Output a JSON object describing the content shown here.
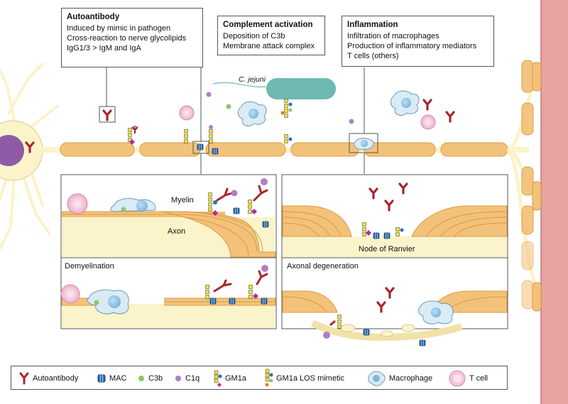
{
  "boxes": {
    "autoantibody": {
      "title": "Autoantibody",
      "lines": [
        "Induced by mimic in pathogen",
        "Cross-reaction to nerve glycolipids",
        "IgG1/3 > IgM and IgA"
      ]
    },
    "complement": {
      "title": "Complement activation",
      "lines": [
        "Deposition of C3b",
        "Membrane attack complex"
      ]
    },
    "inflammation": {
      "title": "Inflammation",
      "lines": [
        "Infiltration of macrophages",
        "Production of inflammatory mediators",
        "T cells (others)"
      ]
    }
  },
  "labels": {
    "pathogen": "C. jejuni",
    "myelin": "Myelin",
    "axon": "Axon",
    "node": "Node of Ranvier",
    "demyelination": "Demyelination",
    "axonal_degeneration": "Axonal degeneration"
  },
  "legend": {
    "items": [
      {
        "label": "Autoantibody",
        "icon": "antibody-icon"
      },
      {
        "label": "MAC",
        "icon": "mac-icon"
      },
      {
        "label": "C3b",
        "icon": "c3b-icon"
      },
      {
        "label": "C1q",
        "icon": "c1q-icon"
      },
      {
        "label": "GM1a",
        "icon": "gm1a-icon"
      },
      {
        "label": "GM1a LOS mimetic",
        "icon": "gm1a-los-icon"
      },
      {
        "label": "Macrophage",
        "icon": "macrophage-icon"
      },
      {
        "label": "T cell",
        "icon": "t-cell-icon"
      }
    ]
  },
  "colors": {
    "myelin": "#f3c27a",
    "myelin_dark": "#d99a45",
    "axon": "#fbf3c9",
    "neuron_body": "#8e5aa6",
    "muscle": "#e8a3a3",
    "antibody": "#a8262e",
    "mac": "#2f6fb0",
    "c3b": "#8cc66d",
    "c1q": "#b07ec9",
    "gm1a": "#f2e13b",
    "bacterium": "#6fb9b3",
    "macrophage": "#d9ecf6",
    "t_cell": "#f4c4d8"
  }
}
